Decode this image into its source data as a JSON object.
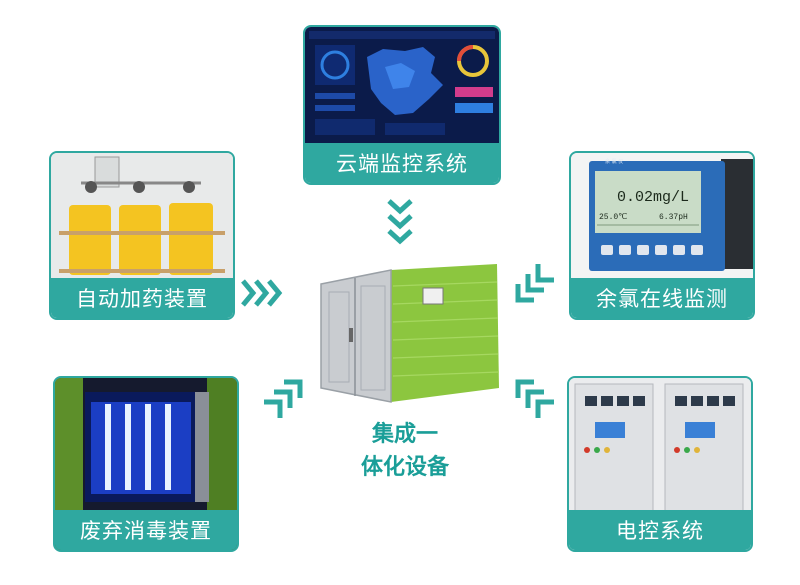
{
  "center": {
    "line1": "集成一",
    "line2": "体化设备"
  },
  "modules": {
    "cloud": "云端监控系统",
    "dosing": "自动加药装置",
    "chlorine": "余氯在线监测",
    "uv": "废弃消毒装置",
    "electric": "电控系统"
  },
  "meter": {
    "reading": "0.02mg/L",
    "temp": "25.0℃",
    "ph": "6.37pH"
  },
  "colors": {
    "accent": "#2fa8a0",
    "device_green": "#8cc63f"
  }
}
